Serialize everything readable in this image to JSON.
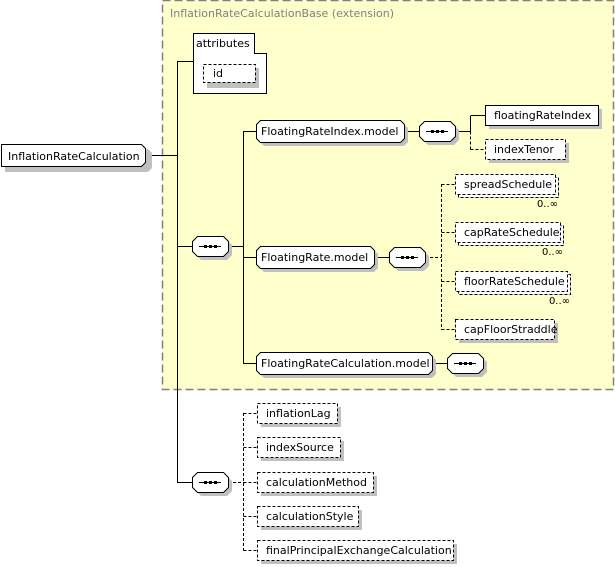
{
  "diagram": {
    "root": {
      "label": "InflationRateCalculation"
    },
    "extension": {
      "label": "InflationRateCalculationBase (extension)"
    },
    "attributes": {
      "label": "attributes",
      "items": [
        {
          "label": "id",
          "optional": true
        }
      ]
    },
    "sequence_main": {
      "type": "sequence"
    },
    "groups": [
      {
        "label": "FloatingRateIndex.model",
        "children": [
          {
            "label": "floatingRateIndex",
            "optional": false
          },
          {
            "label": "indexTenor",
            "optional": true
          }
        ]
      },
      {
        "label": "FloatingRate.model",
        "children": [
          {
            "label": "spreadSchedule",
            "optional": true,
            "cardinality": "0..∞"
          },
          {
            "label": "capRateSchedule",
            "optional": true,
            "cardinality": "0..∞"
          },
          {
            "label": "floorRateSchedule",
            "optional": true,
            "cardinality": "0..∞"
          },
          {
            "label": "capFloorStraddle",
            "optional": true
          }
        ]
      },
      {
        "label": "FloatingRateCalculation.model",
        "children": []
      }
    ],
    "inflation_sequence": {
      "children": [
        {
          "label": "inflationLag",
          "optional": true
        },
        {
          "label": "indexSource",
          "optional": true
        },
        {
          "label": "calculationMethod",
          "optional": true
        },
        {
          "label": "calculationStyle",
          "optional": true
        },
        {
          "label": "finalPrincipalExchangeCalculation",
          "optional": true
        }
      ]
    },
    "colors": {
      "extension_fill": "#ffffcc",
      "extension_border": "#808080",
      "shadow": "#c0c0c0",
      "line": "#000000"
    }
  }
}
